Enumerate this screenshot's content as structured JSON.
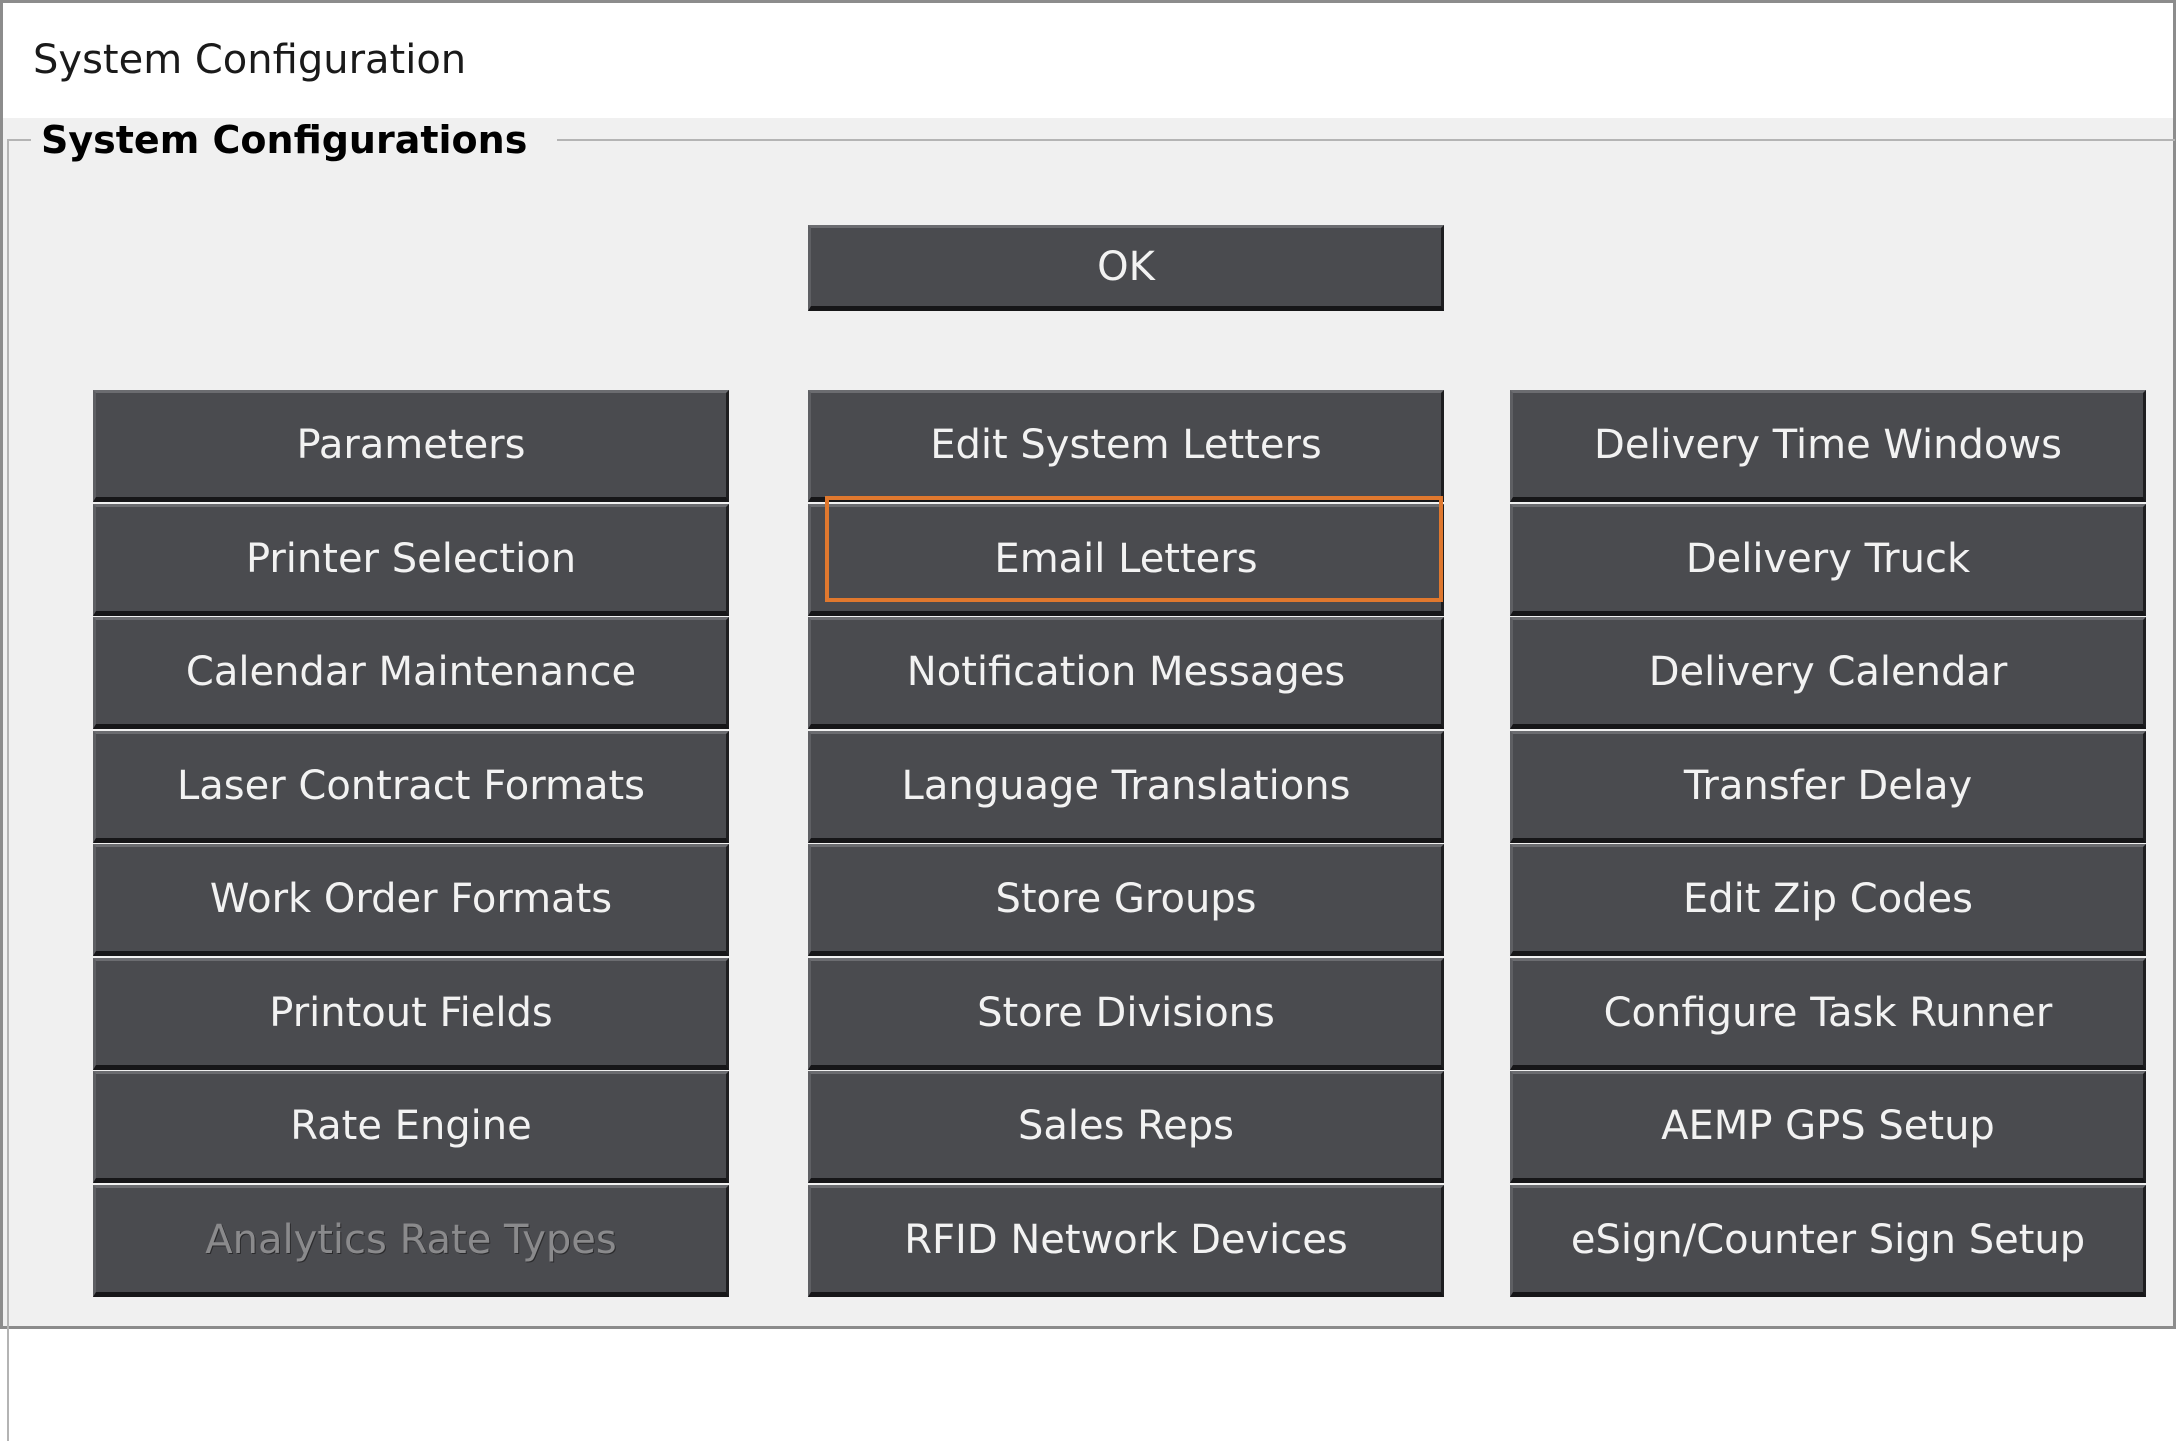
{
  "window": {
    "title": "System Configuration"
  },
  "group": {
    "label": "System Configurations"
  },
  "ok_button": "OK",
  "columns": [
    {
      "items": [
        {
          "label": "Parameters",
          "enabled": true
        },
        {
          "label": "Printer Selection",
          "enabled": true
        },
        {
          "label": "Calendar Maintenance",
          "enabled": true
        },
        {
          "label": "Laser Contract Formats",
          "enabled": true
        },
        {
          "label": "Work Order Formats",
          "enabled": true
        },
        {
          "label": "Printout Fields",
          "enabled": true
        },
        {
          "label": "Rate Engine",
          "enabled": true
        },
        {
          "label": "Analytics Rate Types",
          "enabled": false
        }
      ]
    },
    {
      "items": [
        {
          "label": "Edit System Letters",
          "enabled": true
        },
        {
          "label": "Email Letters",
          "enabled": true,
          "highlighted": true
        },
        {
          "label": "Notification Messages",
          "enabled": true
        },
        {
          "label": "Language Translations",
          "enabled": true
        },
        {
          "label": "Store Groups",
          "enabled": true
        },
        {
          "label": "Store Divisions",
          "enabled": true
        },
        {
          "label": "Sales Reps",
          "enabled": true
        },
        {
          "label": "RFID Network Devices",
          "enabled": true
        }
      ]
    },
    {
      "items": [
        {
          "label": "Delivery Time Windows",
          "enabled": true
        },
        {
          "label": "Delivery Truck",
          "enabled": true
        },
        {
          "label": "Delivery Calendar",
          "enabled": true
        },
        {
          "label": "Transfer Delay",
          "enabled": true
        },
        {
          "label": "Edit Zip Codes",
          "enabled": true
        },
        {
          "label": "Configure Task Runner",
          "enabled": true
        },
        {
          "label": "AEMP GPS Setup",
          "enabled": true
        },
        {
          "label": "eSign/Counter Sign Setup",
          "enabled": true
        }
      ]
    }
  ],
  "colors": {
    "button_bg": "#4a4b4f",
    "button_text": "#f2f2f2",
    "disabled_text": "#8a8a8c",
    "highlight": "#e0782e",
    "window_bg": "#f0f0f0"
  }
}
